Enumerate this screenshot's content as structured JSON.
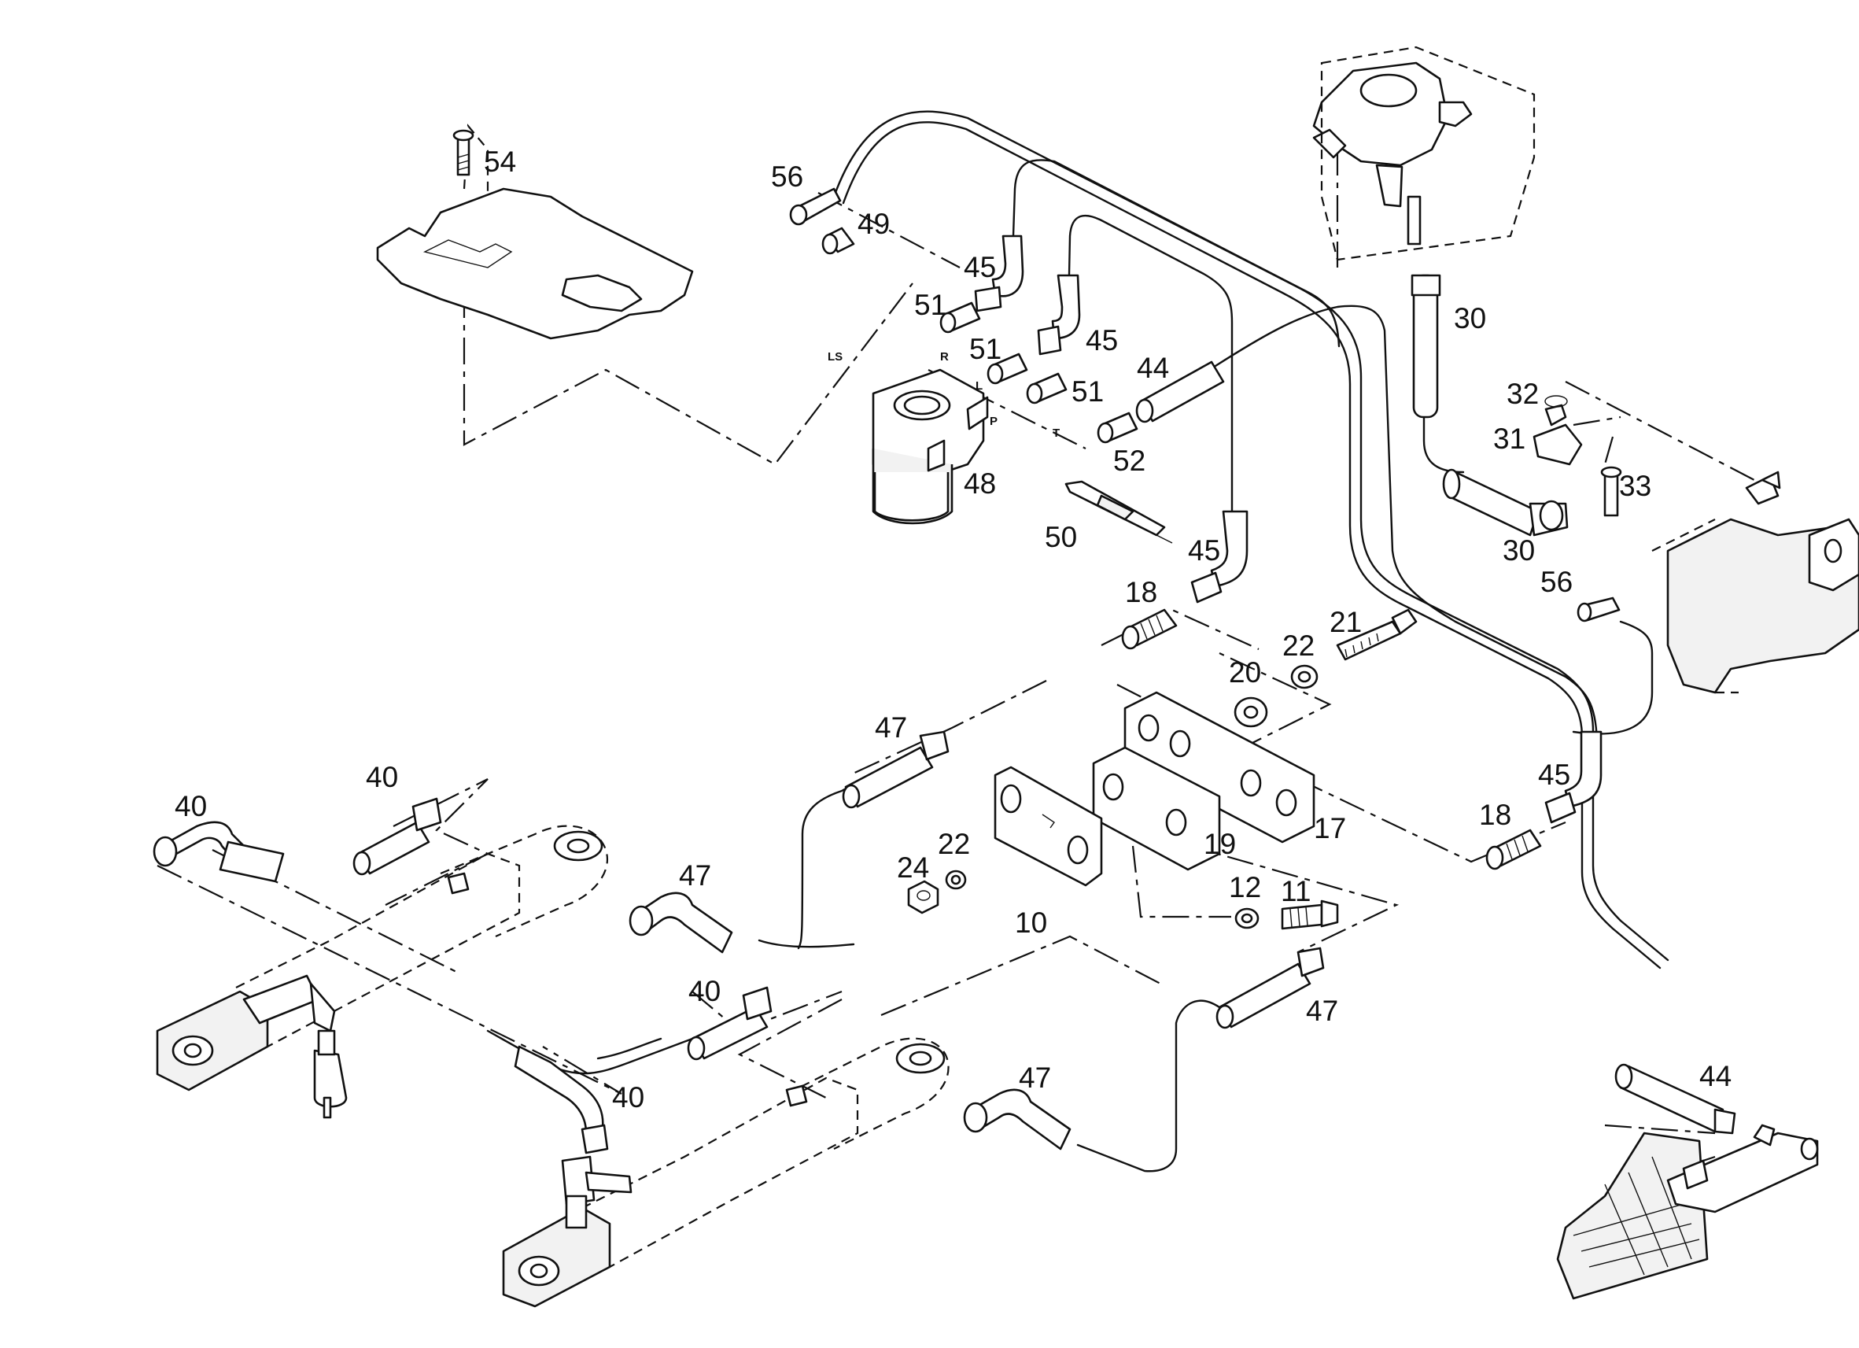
{
  "callouts": {
    "c10": "10",
    "c11": "11",
    "c12": "12",
    "c17": "17",
    "c18a": "18",
    "c18b": "18",
    "c19": "19",
    "c20": "20",
    "c21": "21",
    "c22a": "22",
    "c22b": "22",
    "c24": "24",
    "c30a": "30",
    "c30b": "30",
    "c31": "31",
    "c32": "32",
    "c33": "33",
    "c40a": "40",
    "c40b": "40",
    "c40c": "40",
    "c40d": "40",
    "c44a": "44",
    "c44b": "44",
    "c45a": "45",
    "c45b": "45",
    "c45c": "45",
    "c45d": "45",
    "c47a": "47",
    "c47b": "47",
    "c47c": "47",
    "c47d": "47",
    "c48": "48",
    "c49": "49",
    "c50": "50",
    "c51a": "51",
    "c51b": "51",
    "c51c": "51",
    "c52": "52",
    "c54": "54",
    "c56a": "56",
    "c56b": "56"
  },
  "ports": {
    "ls": "LS",
    "r": "R",
    "l": "L",
    "p": "P",
    "t": "T"
  }
}
